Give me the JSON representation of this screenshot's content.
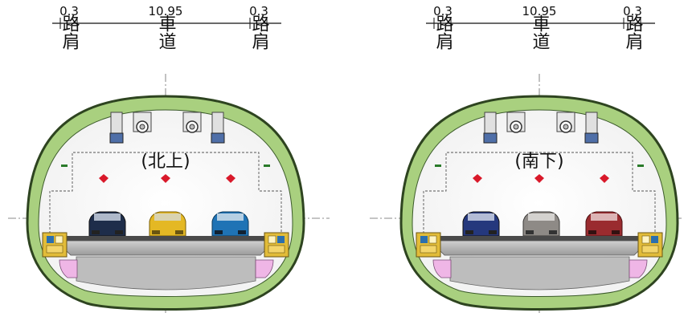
{
  "sections": [
    {
      "id": "northbound",
      "label": "(北上)",
      "dimensions": {
        "left": "0.3",
        "center": "10.95",
        "right": "0.3"
      },
      "zones": {
        "left": "路肩",
        "center": "車道",
        "right": "路肩"
      },
      "cars": [
        "#1e2d4a",
        "#e4b824",
        "#1f73b5"
      ]
    },
    {
      "id": "southbound",
      "label": "(南下)",
      "dimensions": {
        "left": "0.3",
        "center": "10.95",
        "right": "0.3"
      },
      "zones": {
        "left": "路肩",
        "center": "車道",
        "right": "路肩"
      },
      "cars": [
        "#25387d",
        "#8e8a86",
        "#9a2b2f"
      ]
    }
  ],
  "colors": {
    "lining": "#a9d07f",
    "lining_stroke": "#2e4420",
    "light": "#d9192a",
    "road": "#4a4a4a",
    "equipment": "#e2bc39",
    "drain": "#efb6e6"
  }
}
